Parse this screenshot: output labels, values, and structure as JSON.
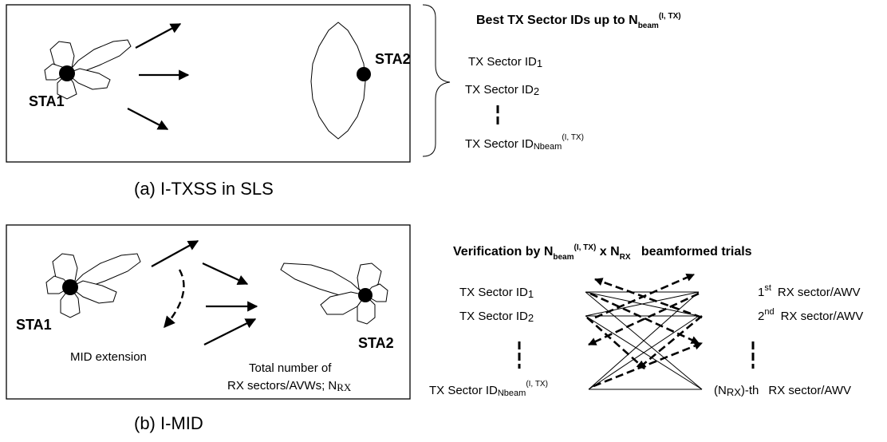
{
  "panel_a": {
    "sta1_label": "STA1",
    "sta2_label": "STA2",
    "caption": "(a) I-TXSS in SLS",
    "heading_prefix": "Best TX Sector IDs up to N",
    "heading_sub": "beam",
    "heading_sup": "(I, TX)",
    "ids": {
      "id1_text": "TX Sector ID",
      "id1_sub": "1",
      "id2_text": "TX Sector ID",
      "id2_sub": "2",
      "idn_text": "TX Sector ID",
      "idn_sub": "Nbeam",
      "idn_sup": "(I, TX)"
    }
  },
  "panel_b": {
    "sta1_label": "STA1",
    "sta2_label": "STA2",
    "mid_extension_label": "MID extension",
    "total_line1": "Total number of",
    "total_line2": "RX sectors/AVWs; N",
    "total_sub": "RX",
    "caption": "(b) I-MID",
    "heading_prefix": "Verification by N",
    "heading_sub": "beam",
    "heading_sup": "(I, TX)",
    "heading_mid": " x N",
    "heading_sub2": "RX",
    "heading_suffix": "   beamformed trials",
    "left": {
      "id1_text": "TX Sector ID",
      "id1_sub": "1",
      "id2_text": "TX Sector ID",
      "id2_sub": "2",
      "idn_text": "TX Sector ID",
      "idn_sub": "Nbeam",
      "idn_sup": "(I, TX)"
    },
    "right": {
      "r1_num": "1",
      "r1_sup": "st",
      "r1_text": "RX sector/AWV",
      "r2_num": "2",
      "r2_sup": "nd",
      "r2_text": "RX sector/AWV",
      "rn_open": "(N",
      "rn_sub": "RX",
      "rn_close": ")-th",
      "rn_text": "RX sector/AWV"
    }
  }
}
